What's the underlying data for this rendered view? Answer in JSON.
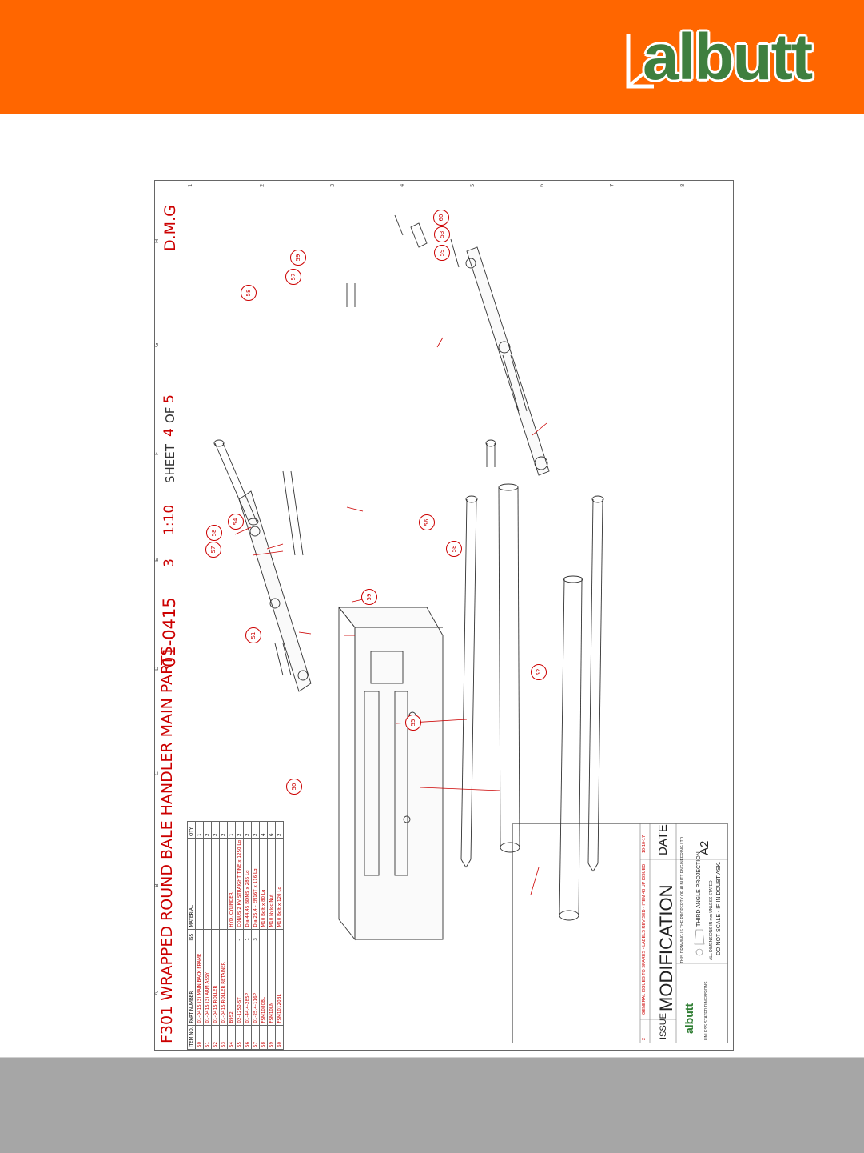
{
  "brand": {
    "logo_text": "albutt",
    "header_color": "#ff6600",
    "footer_color": "#a6a6a6",
    "logo_color": "#3f7f3f"
  },
  "drawing": {
    "title": "F301 WRAPPED ROUND BALE HANDLER MAIN PARTS",
    "drawing_number": "01-0415",
    "size_code": "3",
    "scale": "1:10",
    "sheet_label": "SHEET",
    "sheet_number": "4",
    "sheet_of": "OF",
    "sheet_total": "5",
    "drawn_by": "D.M.G"
  },
  "bom": {
    "headers": {
      "item": "ITEM NO.",
      "part_number": "PART NUMBER",
      "iss": "ISS",
      "material": "MATERIAL",
      "qty": "QTY"
    },
    "rows": [
      {
        "item": "50",
        "part_number": "01-0415 (3) MAIN BACK FRAME",
        "iss": "",
        "material": "",
        "qty": "1"
      },
      {
        "item": "51",
        "part_number": "01-0415 (3) ARM ASSY",
        "iss": "",
        "material": "",
        "qty": "2"
      },
      {
        "item": "52",
        "part_number": "01-0415 ROLLER",
        "iss": "",
        "material": "",
        "qty": "2"
      },
      {
        "item": "53",
        "part_number": "01-0415 ROLLER RETAINER",
        "iss": "",
        "material": "",
        "qty": "2"
      },
      {
        "item": "54",
        "part_number": "B952",
        "iss": "",
        "material": "HYD. CYLINDER",
        "qty": "1"
      },
      {
        "item": "55",
        "part_number": "02-1250-ST",
        "iss": "-",
        "material": "CONUS 2 KV STRAIGHT TINE x 1250 Lg",
        "qty": "2"
      },
      {
        "item": "56",
        "part_number": "01-44.4-285P",
        "iss": "1",
        "material": "Dia 44.45 BDMS x 285 Lg",
        "qty": "2"
      },
      {
        "item": "57",
        "part_number": "01-25.4-116P",
        "iss": "3",
        "material": "Dia 25.4 - EN16T x 116 Lg",
        "qty": "2"
      },
      {
        "item": "58",
        "part_number": "FSM1080BL",
        "iss": "",
        "material": "M10 Bolt x 80 Lg",
        "qty": "4"
      },
      {
        "item": "59",
        "part_number": "FSM10LN",
        "iss": "",
        "material": "M10 Nyloc Nut",
        "qty": "6"
      },
      {
        "item": "60",
        "part_number": "FSM10120BL",
        "iss": "",
        "material": "M10 Bolt x 120 Lg",
        "qty": "2"
      }
    ]
  },
  "title_block": {
    "issue_label": "ISSUE",
    "modification_label": "MODIFICATION",
    "date_label": "DATE",
    "revision_issue": "2",
    "revision_text": "GENERAL ISSUES TO SPARES - LABELS REVISED - ITEM 48 UP ISSUED",
    "revision_date": "10-10-17",
    "paper_size": "A2",
    "projection": "THIRD ANGLE PROJECTION",
    "no_scale": "DO NOT SCALE - IF IN DOUBT ASK.",
    "dims_note": "ALL DIMENSIONS IN mm UNLESS STATED",
    "property_note": "THIS DRAWING IS THE PROPERTY OF ALBUTT ENGINEERING LTD",
    "tolerance_title": "UNLESS STATED DIMENSIONS",
    "logo_text": "albutt"
  },
  "grid": {
    "letters": [
      "A",
      "B",
      "C",
      "D",
      "E",
      "F",
      "G",
      "H"
    ],
    "numbers": [
      "1",
      "2",
      "3",
      "4",
      "5",
      "6",
      "7",
      "8"
    ]
  },
  "balloons": [
    "50",
    "51",
    "52",
    "53",
    "54",
    "55",
    "56",
    "57",
    "58",
    "59",
    "60",
    "57",
    "58",
    "59",
    "58",
    "59"
  ]
}
